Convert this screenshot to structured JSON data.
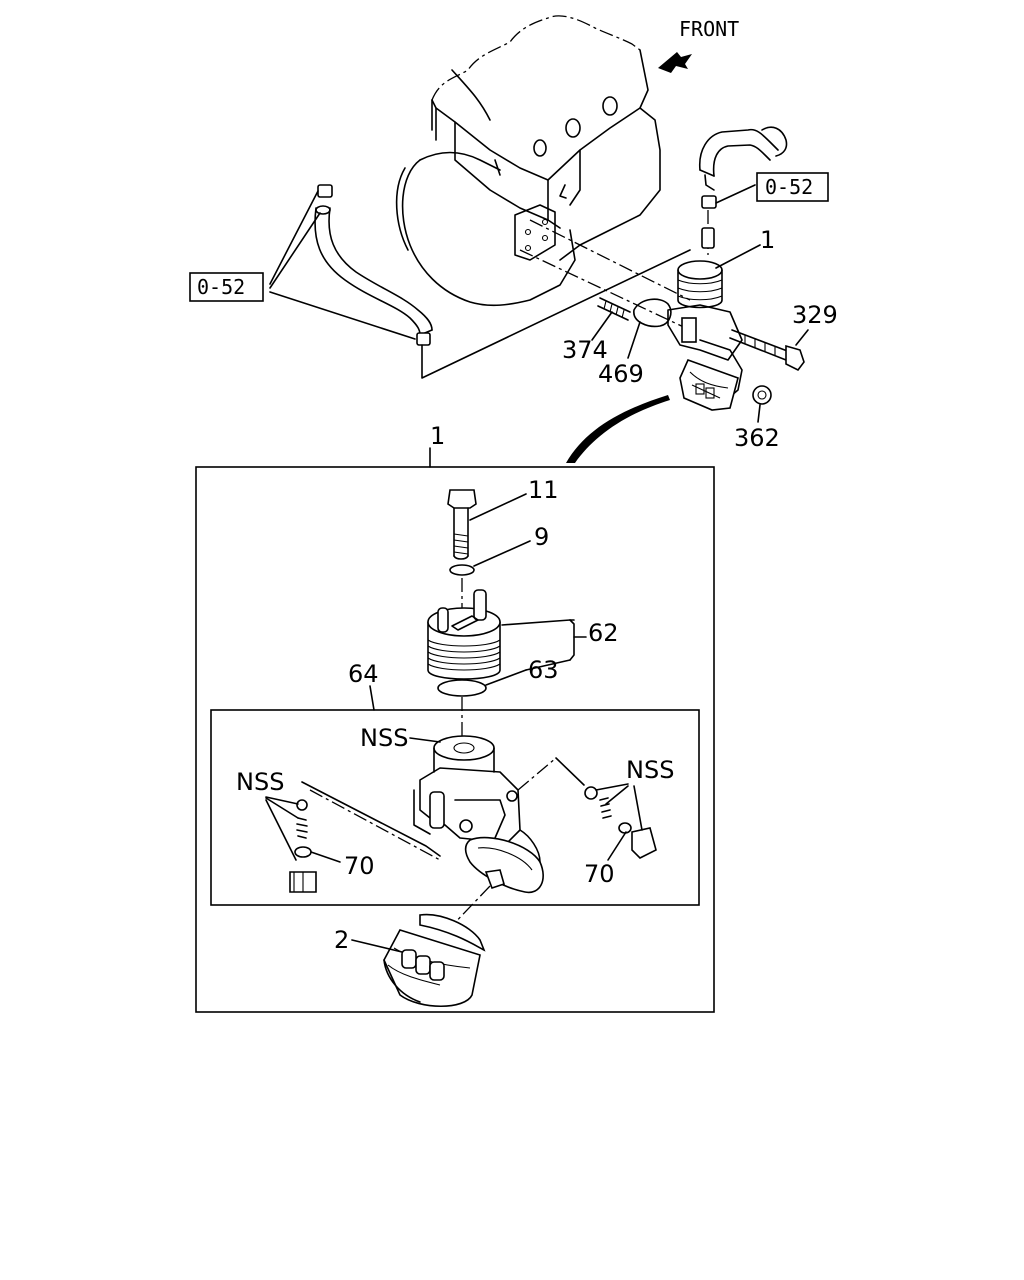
{
  "labels": {
    "front": "FRONT",
    "ref_upper_right": "0-52",
    "ref_upper_left": "0-52",
    "part_1_top": "1",
    "part_329": "329",
    "part_374": "374",
    "part_469": "469",
    "part_362": "362",
    "part_1_box": "1",
    "part_11": "11",
    "part_9": "9",
    "part_62": "62",
    "part_63": "63",
    "part_64": "64",
    "nss_top": "NSS",
    "nss_left": "NSS",
    "nss_right": "NSS",
    "part_70_left": "70",
    "part_70_right": "70",
    "part_2": "2"
  }
}
